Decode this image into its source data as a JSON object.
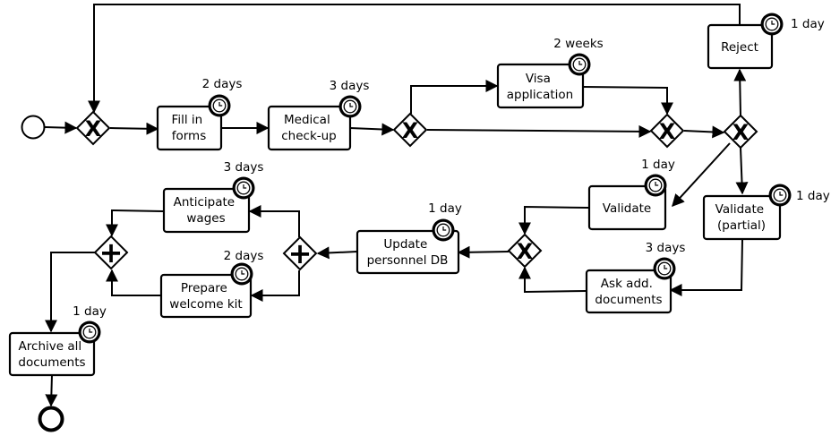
{
  "tasks": {
    "fill_forms": {
      "lines": [
        "Fill in",
        "forms"
      ],
      "duration": "2 days"
    },
    "medical_checkup": {
      "lines": [
        "Medical",
        "check-up"
      ],
      "duration": "3 days"
    },
    "visa_application": {
      "lines": [
        "Visa",
        "application"
      ],
      "duration": "2 weeks"
    },
    "reject": {
      "lines": [
        "Reject"
      ],
      "duration": "1 day"
    },
    "validate": {
      "lines": [
        "Validate"
      ],
      "duration": "1 day"
    },
    "validate_partial": {
      "lines": [
        "Validate",
        "(partial)"
      ],
      "duration": "1 day"
    },
    "ask_add_documents": {
      "lines": [
        "Ask add.",
        "documents"
      ],
      "duration": "3 days"
    },
    "update_personnel_db": {
      "lines": [
        "Update",
        "personnel DB"
      ],
      "duration": "1 day"
    },
    "anticipate_wages": {
      "lines": [
        "Anticipate",
        "wages"
      ],
      "duration": "3 days"
    },
    "prepare_welcome_kit": {
      "lines": [
        "Prepare",
        "welcome kit"
      ],
      "duration": "2 days"
    },
    "archive_documents": {
      "lines": [
        "Archive all",
        "documents"
      ],
      "duration": "1 day"
    }
  },
  "gateways": {
    "g1": {
      "kind": "exclusive",
      "symbol": "X"
    },
    "g2": {
      "kind": "exclusive",
      "symbol": "X"
    },
    "g3": {
      "kind": "exclusive",
      "symbol": "X"
    },
    "g4": {
      "kind": "exclusive",
      "symbol": "X"
    },
    "g5": {
      "kind": "exclusive",
      "symbol": "X"
    },
    "g6": {
      "kind": "parallel",
      "symbol": "+"
    },
    "g7": {
      "kind": "parallel",
      "symbol": "+"
    }
  },
  "events": {
    "start": {
      "kind": "start"
    },
    "end": {
      "kind": "end"
    }
  },
  "icons": {
    "timer": "timer-icon"
  }
}
